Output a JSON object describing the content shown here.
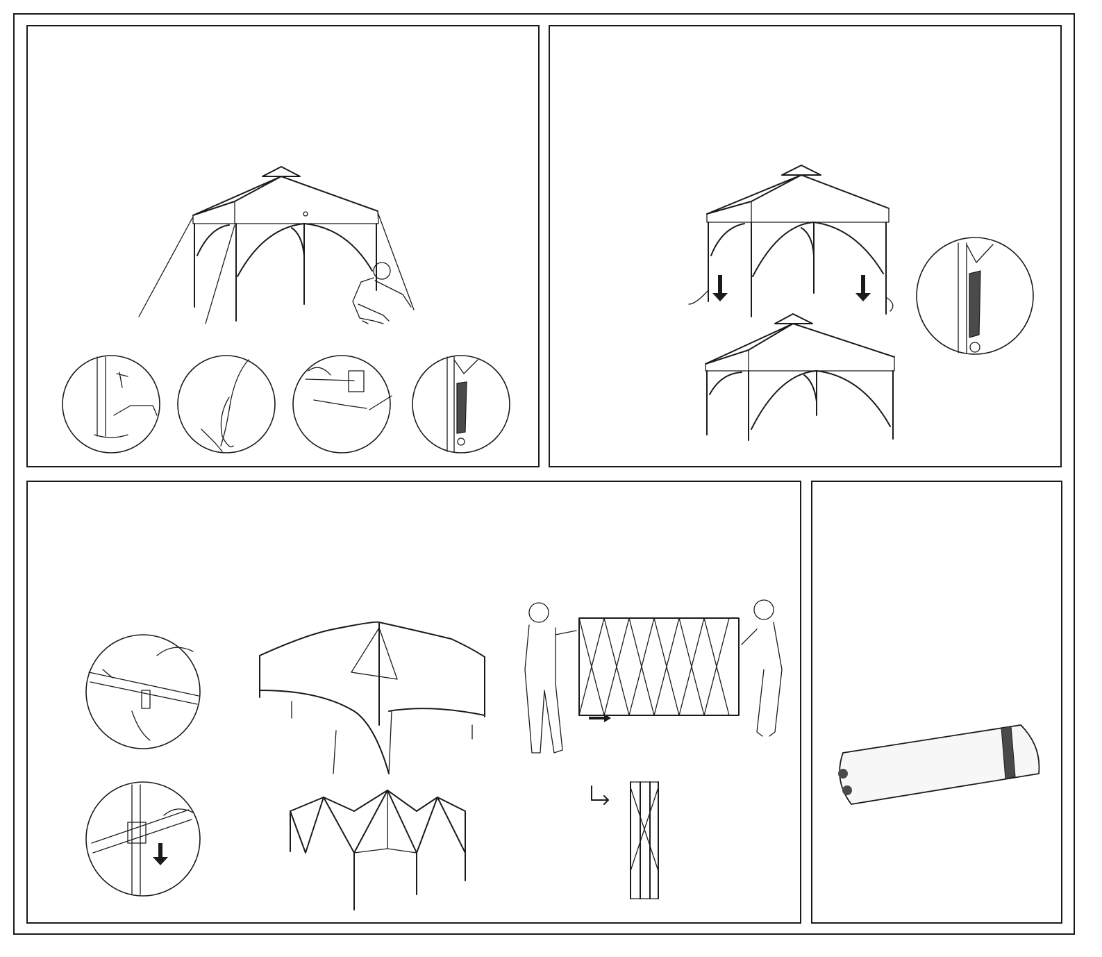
{
  "colors": {
    "ink": "#1a1a1a",
    "paper": "#ffffff",
    "strap": "#4a4a4a",
    "bag": "#f7f7f7"
  },
  "steps": [
    {
      "id": "stake-guy-lines",
      "detail_icons": [
        "stake-ground-icon",
        "guy-rope-icon",
        "mallet-stake-icon",
        "velcro-strap-icon"
      ]
    },
    {
      "id": "lower-canopy",
      "detail_icons": [
        "velcro-strap-icon"
      ]
    },
    {
      "id": "fold-frame",
      "detail_icons": [
        "velcro-release-icon",
        "slider-lock-icon"
      ]
    },
    {
      "id": "pack-bag",
      "detail_icons": [
        "carry-bag-icon"
      ]
    }
  ]
}
